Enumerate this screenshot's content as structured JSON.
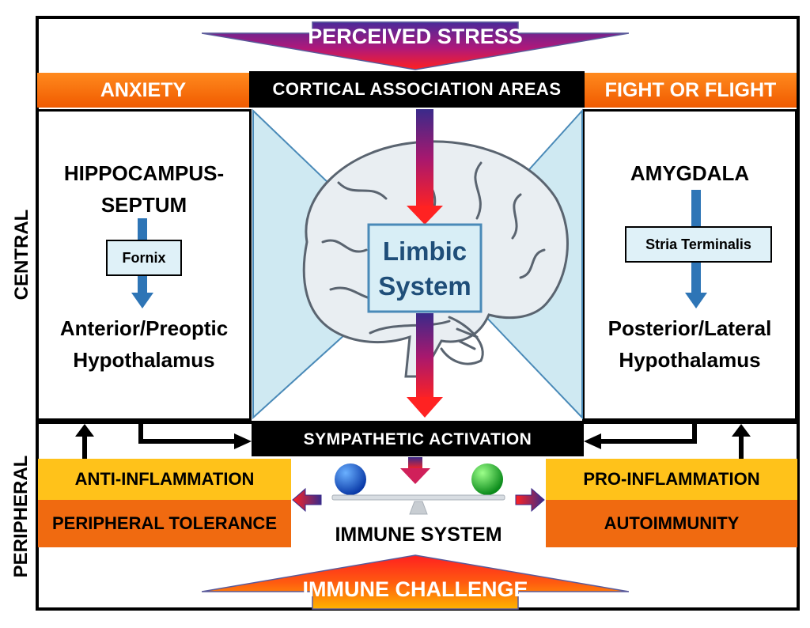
{
  "top_banner": "PERCEIVED STRESS",
  "bottom_banner": "IMMUNE CHALLENGE",
  "header": {
    "left": "ANXIETY",
    "center": "CORTICAL ASSOCIATION AREAS",
    "right": "FIGHT OR FLIGHT"
  },
  "left_panel": {
    "top_line1": "HIPPOCAMPUS-",
    "top_line2": "SEPTUM",
    "pathway": "Fornix",
    "bottom_line1": "Anterior/Preoptic",
    "bottom_line2": "Hypothalamus"
  },
  "right_panel": {
    "top_line1": "AMYGDALA",
    "pathway": "Stria Terminalis",
    "bottom_line1": "Posterior/Lateral",
    "bottom_line2": "Hypothalamus"
  },
  "center": {
    "limbic_line1": "Limbic",
    "limbic_line2": "System"
  },
  "sympathetic": "SYMPATHETIC ACTIVATION",
  "immune": {
    "left_top": "ANTI-INFLAMMATION",
    "left_bottom": "PERIPHERAL TOLERANCE",
    "right_top": "PRO-INFLAMMATION",
    "right_bottom": "AUTOIMMUNITY",
    "center_label": "IMMUNE SYSTEM"
  },
  "side_labels": {
    "central": "CENTRAL",
    "peripheral": "PERIPHERAL"
  },
  "colors": {
    "orange": "#f05a00",
    "yellow": "#ffc21a",
    "light_blue": "#cfe9f2",
    "arrow_blue": "#2e75b6",
    "limbic_text": "#1f4e79"
  }
}
